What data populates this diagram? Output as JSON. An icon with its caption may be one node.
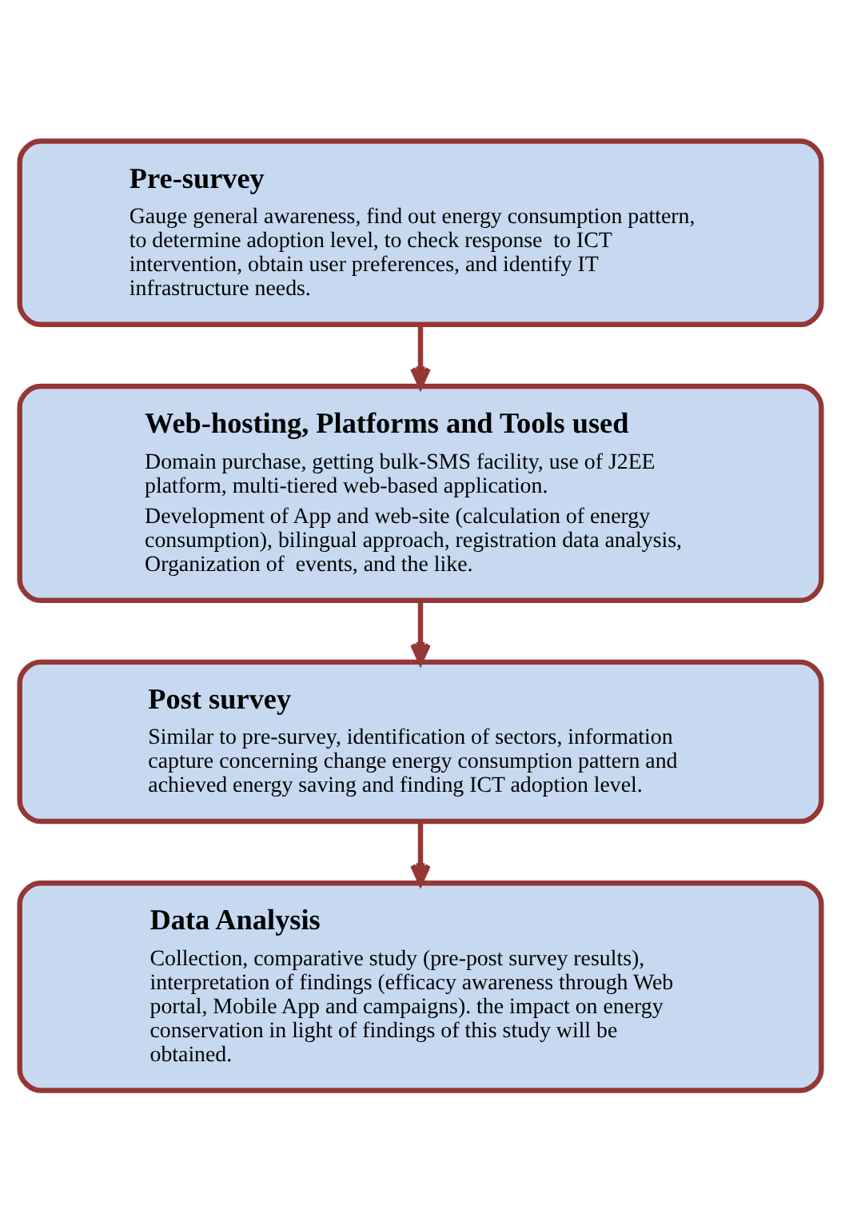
{
  "diagram": {
    "nodes": [
      {
        "text": [
          "Pre-survey",
          "Gauge general awareness, find out energy consumption pattern, to determine adoption level, to check response  to ICT intervention, obtain user preferences, and identify IT infrastructure needs."
        ]
      },
      {
        "text": [
          "Web-hosting, Platforms and Tools used",
          "Domain purchase, getting bulk-SMS facility, use of J2EE platform, multi-tiered web-based application.",
          "Development of App and web-site (calculation of energy consumption), bilingual approach, registration data analysis, Organization of  events, and the like."
        ]
      },
      {
        "text": [
          "Post survey",
          "Similar to pre-survey, identification of sectors, information capture concerning change energy consumption pattern and achieved energy saving and finding ICT adoption level."
        ]
      },
      {
        "text": [
          "Data Analysis",
          "Collection, comparative study (pre-post survey results), interpretation of findings (efficacy awareness through Web portal, Mobile App and campaigns). the impact on energy conservation in light of findings of this study will be obtained."
        ]
      }
    ],
    "edges": [
      {
        "from": 0,
        "to": 1,
        "arrow": "to"
      },
      {
        "from": 1,
        "to": 2,
        "arrow": "to"
      },
      {
        "from": 2,
        "to": 3,
        "arrow": "to"
      }
    ]
  }
}
